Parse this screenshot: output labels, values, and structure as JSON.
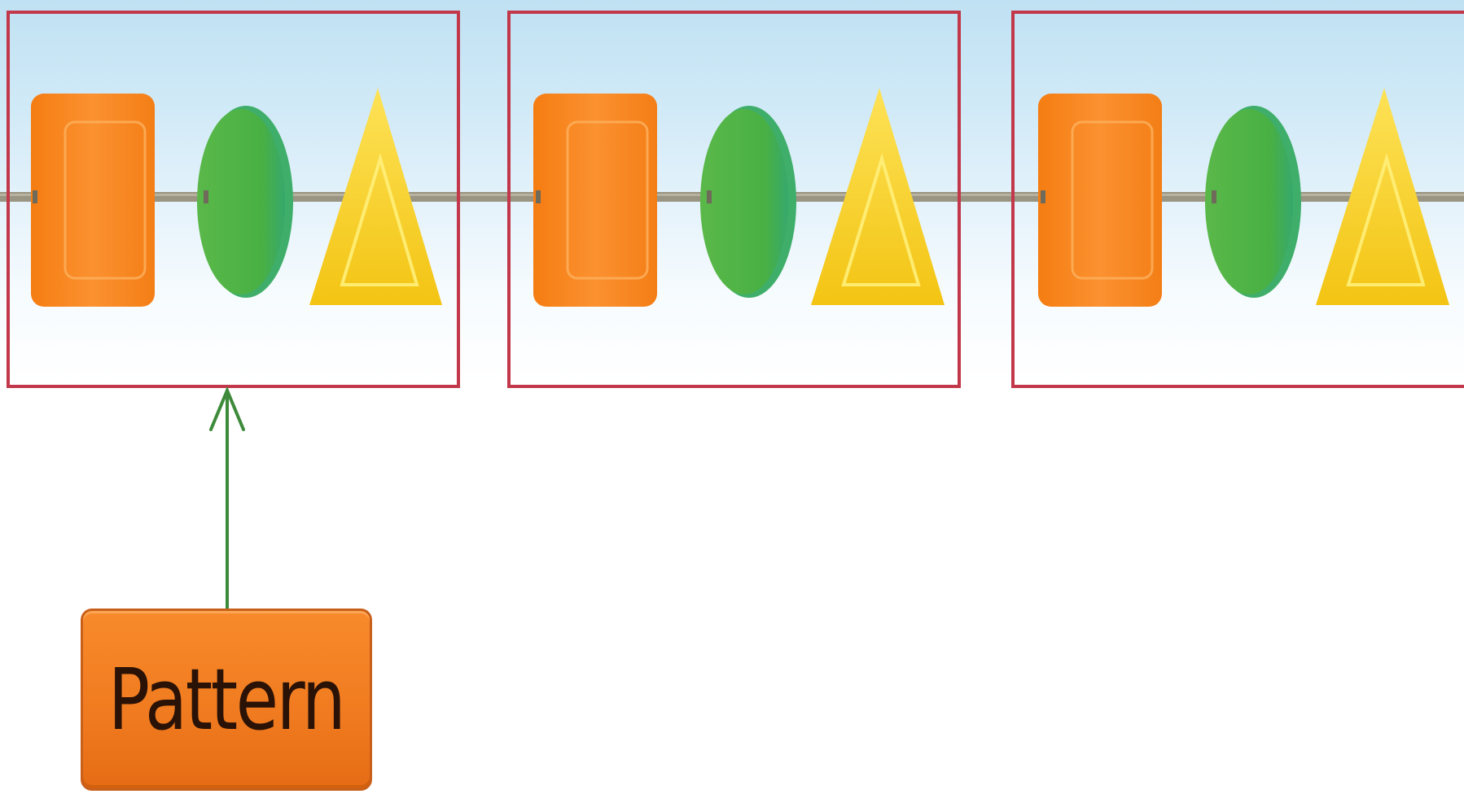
{
  "label": {
    "text": "Pattern"
  },
  "pattern": {
    "unit": [
      "square",
      "circle",
      "triangle"
    ],
    "repeats": 3
  },
  "colors": {
    "square": "#f7891f",
    "circle": "#4fb548",
    "triangle": "#f5c81a",
    "frame": "#c2384a",
    "arrow": "#3d8a3a",
    "string": "#9a9583",
    "label_fill": "#f07a1f"
  }
}
